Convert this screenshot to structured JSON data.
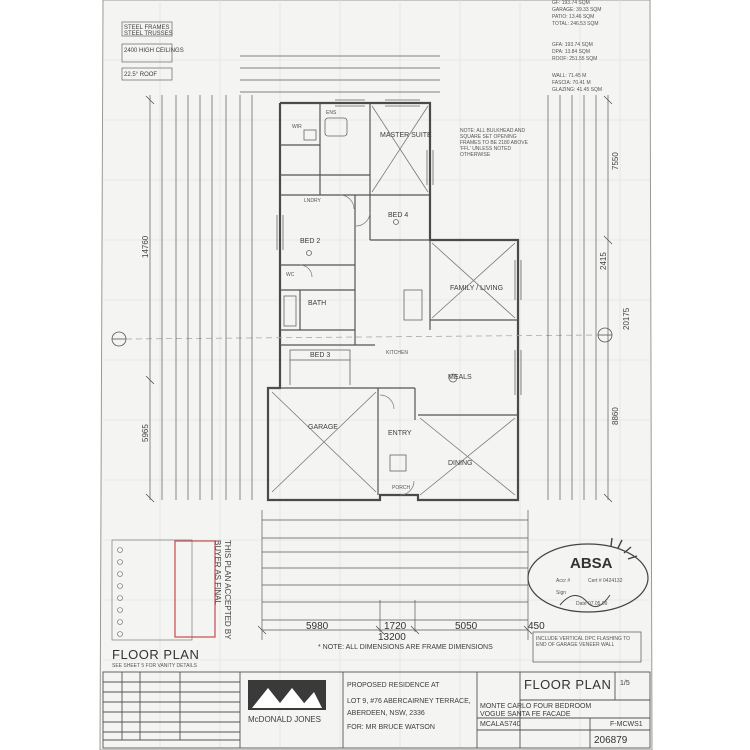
{
  "header_notes": {
    "steel_frames": "STEEL FRAMES",
    "steel_trusses": "STEEL TRUSSES",
    "ceiling_height": "2400 HIGH CEILINGS",
    "roof_pitch": "22.5° ROOF"
  },
  "area_schedule": [
    "GF: 193.74 SQM",
    "GARAGE: 39.33 SQM",
    "PATIO: 13.46 SQM",
    "TOTAL: 246.53 SQM",
    "GFA: 193.74 SQM",
    "DPA: 13.84 SQM",
    "ROOF: 251.55 SQM",
    "WALL: 71.45 M",
    "FASCIA: 70.41 M",
    "GLAZING: 41.45 SQM"
  ],
  "general_note": "NOTE: ALL BULKHEAD AND SQUARE SET OPENING FRAMES TO BE 2180 ABOVE 'FFL' UNLESS NOTED OTHERWISE",
  "rooms": {
    "master": "MASTER SUITE",
    "ensuite": "ENS",
    "wir": "WIR",
    "laundry": "LNDRY",
    "bed2": "BED 2",
    "bed3": "BED 3",
    "bed4": "BED 4",
    "bath": "BATH",
    "wc": "WC",
    "family": "FAMILY / LIVING",
    "meals": "MEALS",
    "kitchen": "KITCHEN",
    "garage": "GARAGE",
    "entry": "ENTRY",
    "dining": "DINING",
    "porch": "PORCH"
  },
  "dimensions": {
    "overall": "13200",
    "seg1": "5980",
    "seg2": "1720",
    "seg3": "5050",
    "seg4": "450",
    "left_a": "14760",
    "left_b": "5965",
    "right_a": "7550",
    "right_b": "2415",
    "right_c": "8860",
    "right_d": "20175"
  },
  "dim_note": "* NOTE: ALL DIMENSIONS ARE FRAME DIMENSIONS",
  "plan_title": "FLOOR PLAN",
  "plan_subtitle": "SEE SHEET 5 FOR VANITY DETAILS",
  "stamp": {
    "line1": "THIS PLAN ACCEPTED BY",
    "line2": "BUYER AS FINAL"
  },
  "absa": {
    "brand": "ABSA",
    "assessor": "Accr #",
    "cert": "Cert # 0424132",
    "sign": "Sign",
    "date": "Date 07.05.09"
  },
  "dpc_note": "INCLUDE VERTICAL DPC FLASHING TO END OF GARAGE VENEER WALL",
  "title_block": {
    "company": "McDONALD JONES",
    "project_heading": "PROPOSED RESIDENCE AT",
    "address1": "LOT 9, #76 ABERCAIRNEY TERRACE,",
    "address2": "ABERDEEN, NSW, 2336",
    "client": "FOR: MR BRUCE WATSON",
    "sheet_title": "FLOOR PLAN",
    "design": "MONTE CARLO FOUR BEDROOM",
    "facade": "VOGUE SANTA FE FACADE",
    "job_code": "F-MCWS1",
    "job_no": "206879",
    "drawing_code": "MCALAS740",
    "sheet_no": "1/5"
  }
}
